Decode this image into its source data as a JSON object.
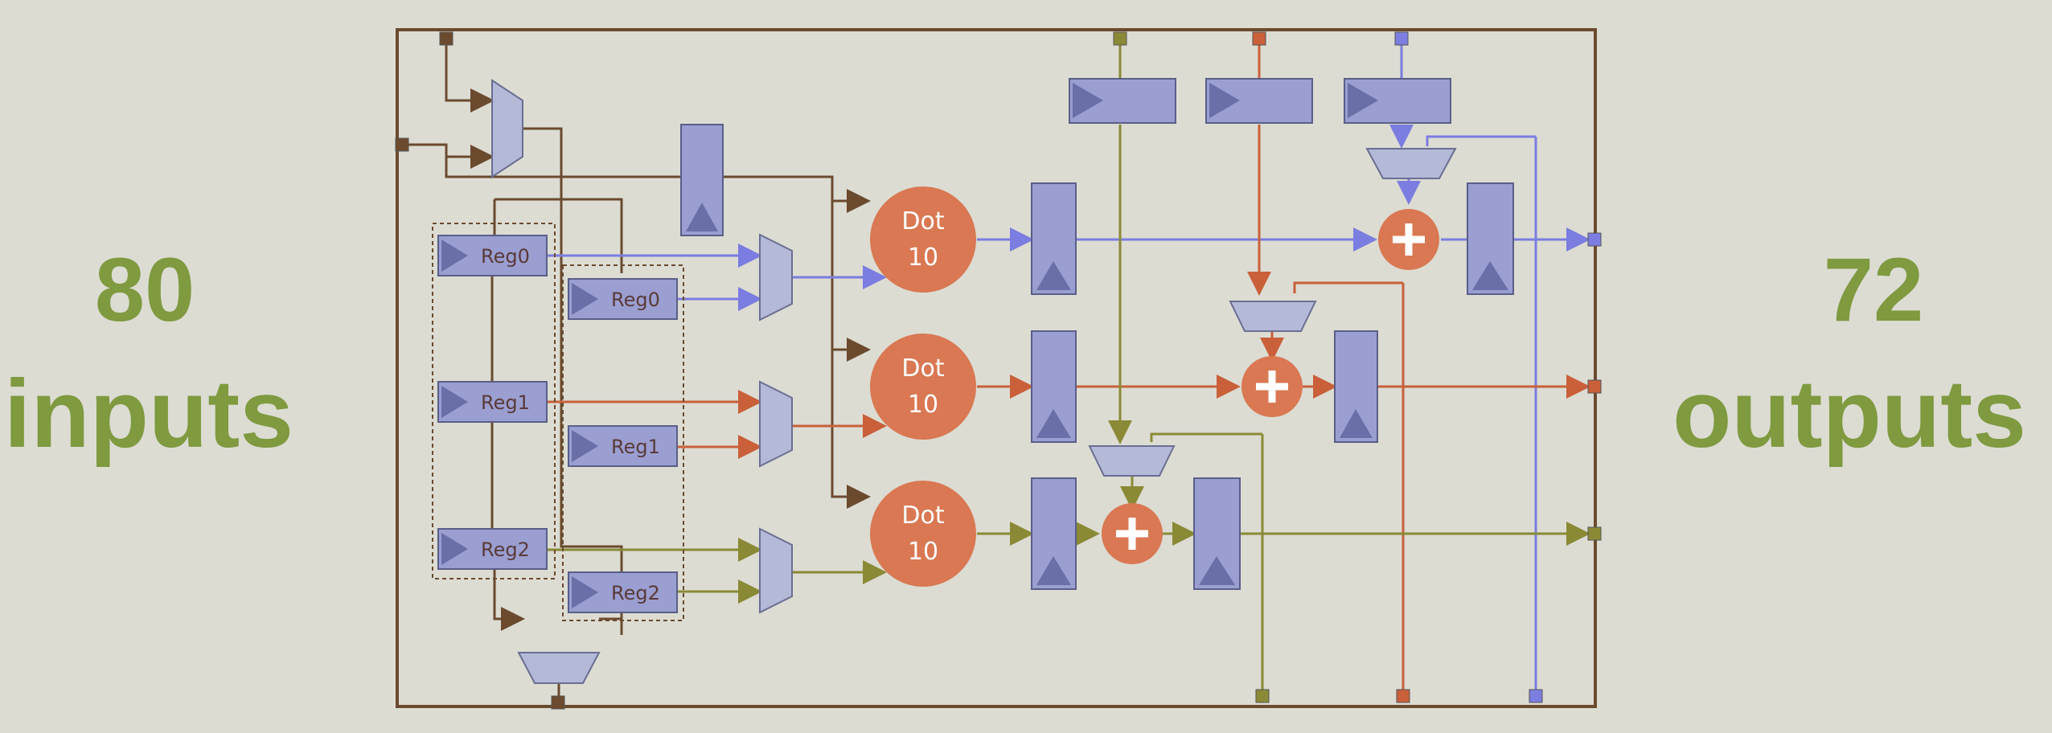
{
  "left_stat": {
    "number": "80",
    "label": "inputs"
  },
  "right_stat": {
    "number": "72",
    "label": "outputs"
  },
  "registers": {
    "bank_a": [
      "Reg0",
      "Reg1",
      "Reg2"
    ],
    "bank_b": [
      "Reg0",
      "Reg1",
      "Reg2"
    ]
  },
  "dot_units": [
    {
      "line1": "Dot",
      "line2": "10"
    },
    {
      "line1": "Dot",
      "line2": "10"
    },
    {
      "line1": "Dot",
      "line2": "10"
    }
  ],
  "colors": {
    "background": "#dcdcd3",
    "stat_text": "#7f9a3f",
    "brown": "#6b4a2e",
    "blue": "#7b7de0",
    "red": "#c9603a",
    "olive": "#8a8a36",
    "block_fill": "#8f8fc4",
    "adder": "#d97852"
  }
}
